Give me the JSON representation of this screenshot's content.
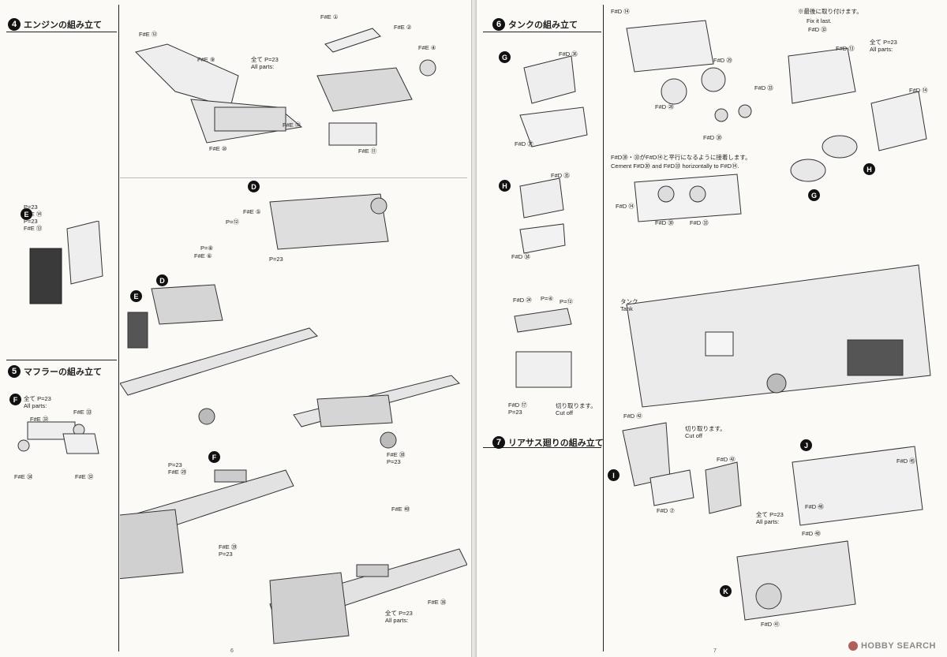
{
  "left_page": {
    "page_number": "6",
    "steps": [
      {
        "number": "4",
        "title": "エンジンの組み立て"
      },
      {
        "number": "5",
        "title": "マフラーの組み立て"
      }
    ],
    "labels": {
      "fe12_top": "F#E ⑫",
      "fe9": "F#E ⑨",
      "all_parts_p23": "全て P=23\nAll parts:",
      "fe10": "F#E ⑩",
      "fe12_b": "F#E ⑫",
      "fe1": "F#E ①",
      "fe2": "F#E ②",
      "fe4": "F#E ④",
      "fe11": "F#E ⑪",
      "e_block": "P=23\nF#E ⑭\nP=23\nF#E ⑬",
      "fe5": "F#E ⑤",
      "p12": "P=⑫",
      "p8": "P=⑧",
      "fe6": "F#E ⑥",
      "p23_fan": "P=23",
      "muffler_all": "全て P=23\nAll parts:",
      "fe32": "F#E ㉜",
      "fe33": "F#E ㉝",
      "fe34": "F#E ㉞",
      "fe32_b": "F#E ㉜",
      "p23_f29": "P=23\nF#E ㉙",
      "fe30_p23": "F#E ㉚\nP=23",
      "fe39_p23": "F#E ㊴\nP=23",
      "fe40": "F#E ㊵",
      "fe36": "F#E ㊱",
      "all_parts_bottom": "全て P=23\nAll parts:"
    },
    "callouts": [
      "D",
      "E",
      "D",
      "E",
      "F",
      "F"
    ]
  },
  "right_page": {
    "page_number": "7",
    "steps": [
      {
        "number": "6",
        "title": "タンクの組み立て"
      },
      {
        "number": "7",
        "title": "リアサス廻りの組み立て"
      }
    ],
    "labels": {
      "fd14_top": "F#D ⑭",
      "fit_last_jp": "※最後に取り付けます。",
      "fit_last_en": "Fix it last.",
      "fd32": "F#D ㉜",
      "all_parts_p23": "全て P=23\nAll parts:",
      "fd13": "F#D ⑬",
      "fd36": "F#D ㊱",
      "fd37": "F#D ㊲",
      "fd29": "F#D ㉙",
      "fd28": "F#D ㉘",
      "fd33": "F#D ㉝",
      "fd30": "F#D ㉚",
      "fd14_r": "F#D ⑭",
      "cement_jp": "F#D㉚・㉝がF#D⑭と平行になるように接着します。",
      "cement_en": "Cement F#D㉚ and F#D㉝ horizontally to F#D⑭.",
      "fd14_c": "F#D ⑭",
      "fd30_c": "F#D ㉚",
      "fd33_c": "F#D ㉝",
      "fd35": "F#D ㉟",
      "fd34": "F#D ㉞",
      "tank": "タンク\nTank",
      "fd24": "F#D ㉔",
      "p4": "P=④",
      "p12": "P=⑫",
      "fd17": "F#D ⑰\nP=23",
      "cut_off_a": "切り取ります。\nCut off",
      "fd42_top": "F#D ㊷",
      "cut_off_b": "切り取ります。\nCut off",
      "fd42": "F#D ㊷",
      "fd7": "F#D ⑦",
      "fd45": "F#D ㊺",
      "fd46": "F#D ㊻",
      "all_parts_k": "全て P=23\nAll parts:",
      "fd40": "F#D ㊵",
      "fd41": "F#D ㊶"
    },
    "callouts": [
      "G",
      "H",
      "G",
      "H",
      "I",
      "J",
      "K"
    ]
  },
  "watermark": "HOBBY SEARCH"
}
